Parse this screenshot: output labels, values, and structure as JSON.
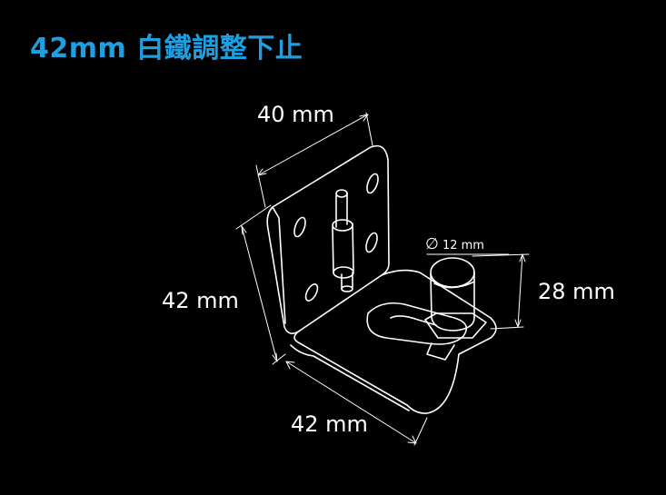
{
  "title": {
    "text": "42mm 白鐵調整下止"
  },
  "dimensions": {
    "top_width": "40 mm",
    "left_height": "42 mm",
    "bottom_depth": "42 mm",
    "right_height": "28 mm",
    "pin_diameter_symbol": "∅",
    "pin_diameter": "12 mm"
  },
  "colors": {
    "background": "#000000",
    "title": "#1e9fe0",
    "line": "#ffffff"
  }
}
